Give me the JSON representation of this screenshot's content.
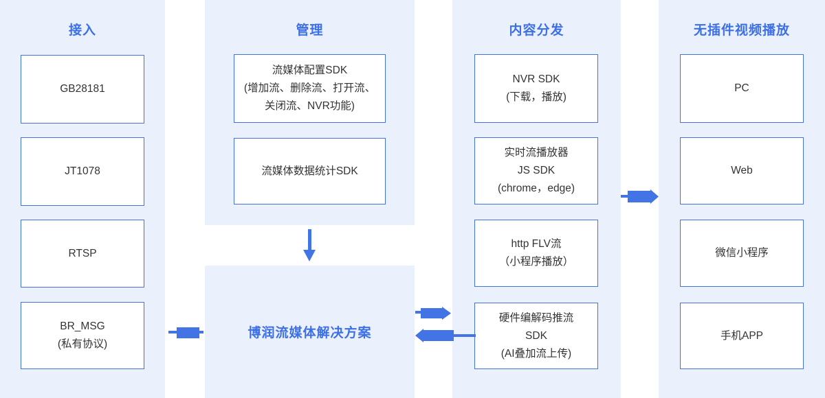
{
  "colors": {
    "panel_bg": "#EAF1FC",
    "box_border": "#4273DB",
    "title_blue": "#3D6FE5",
    "body_text": "#333333",
    "arrow_blue": "#4374E6"
  },
  "columns": {
    "access": {
      "title": "接入",
      "boxes": {
        "gb28181": "GB28181",
        "jt1078": "JT1078",
        "rtsp": "RTSP",
        "br_msg": "BR_MSG\n(私有协议)"
      }
    },
    "manage": {
      "title": "管理",
      "boxes": {
        "stream_config_sdk": "流媒体配置SDK\n(增加流、删除流、打开流、\n关闭流、NVR功能)",
        "stream_stats_sdk": "流媒体数据统计SDK"
      },
      "solution": "博润流媒体解决方案"
    },
    "distribution": {
      "title": "内容分发",
      "boxes": {
        "nvr_sdk": "NVR SDK\n(下载，播放)",
        "realtime_player": "实时流播放器\nJS SDK\n(chrome，edge)",
        "http_flv": "http FLV流\n（小程序播放）",
        "hardware_codec": "硬件编解码推流\nSDK\n(AI叠加流上传)"
      }
    },
    "playback": {
      "title": "无插件视频播放",
      "boxes": {
        "pc": "PC",
        "web": "Web",
        "wechat_mini": "微信小程序",
        "mobile_app": "手机APP"
      }
    }
  }
}
